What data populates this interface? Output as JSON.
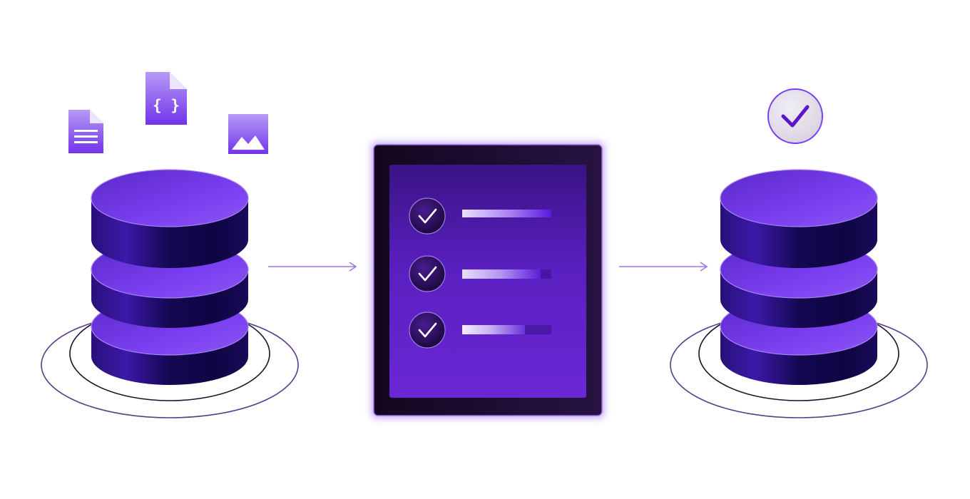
{
  "diagram": {
    "source_database": {
      "icon": "database-icon",
      "disks": 3
    },
    "source_files": [
      {
        "icon": "text-document-icon"
      },
      {
        "icon": "code-file-icon",
        "glyph": "{ }"
      },
      {
        "icon": "image-file-icon"
      }
    ],
    "validation_board": {
      "icon": "checklist-icon",
      "rows": [
        {
          "icon": "check-icon",
          "bar_fill": 1.0
        },
        {
          "icon": "check-icon",
          "bar_fill": 0.88
        },
        {
          "icon": "check-icon",
          "bar_fill": 0.7
        }
      ]
    },
    "target_database": {
      "icon": "database-icon",
      "disks": 3,
      "badge_icon": "check-badge-icon"
    },
    "flow": [
      "source_database",
      "validation_board",
      "target_database"
    ],
    "colors": {
      "primary": "#7a3ff0",
      "deep": "#17074a",
      "dark_frame": "#1c0e2f",
      "panel": "#5a1fc0",
      "accent_light": "#a884f2",
      "outline": "#2a0c55"
    }
  }
}
